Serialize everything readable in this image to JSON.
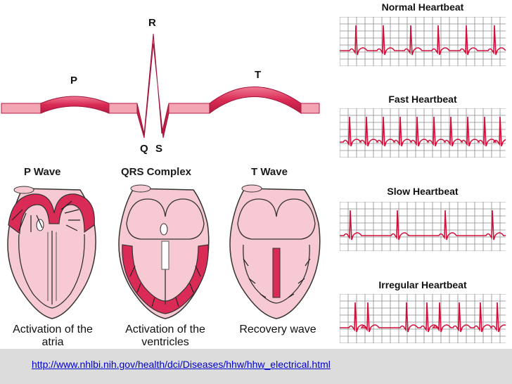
{
  "ecg": {
    "p_label": "P",
    "q_label": "Q",
    "r_label": "R",
    "s_label": "S",
    "t_label": "T"
  },
  "panels": [
    {
      "heading": "P Wave",
      "caption_line1": "Activation of the",
      "caption_line2": "atria"
    },
    {
      "heading": "QRS Complex",
      "caption_line1": "Activation of the",
      "caption_line2": "ventricles"
    },
    {
      "heading": "T Wave",
      "caption_line1": "Recovery wave",
      "caption_line2": ""
    }
  ],
  "rhythms": [
    {
      "title": "Normal Heartbeat"
    },
    {
      "title": "Fast Heartbeat"
    },
    {
      "title": "Slow Heartbeat"
    },
    {
      "title": "Irregular Heartbeat"
    }
  ],
  "footer": {
    "link_text": "http://www.nhlbi.nih.gov/health/dci/Diseases/hhw/hhw_electrical.html"
  },
  "colors": {
    "ribbon": "#d92b55",
    "ribbon_light": "#f4a5b3",
    "heart_fill": "#f7c9d3",
    "trace": "#d0103a",
    "grid": "#8a8a8a"
  }
}
